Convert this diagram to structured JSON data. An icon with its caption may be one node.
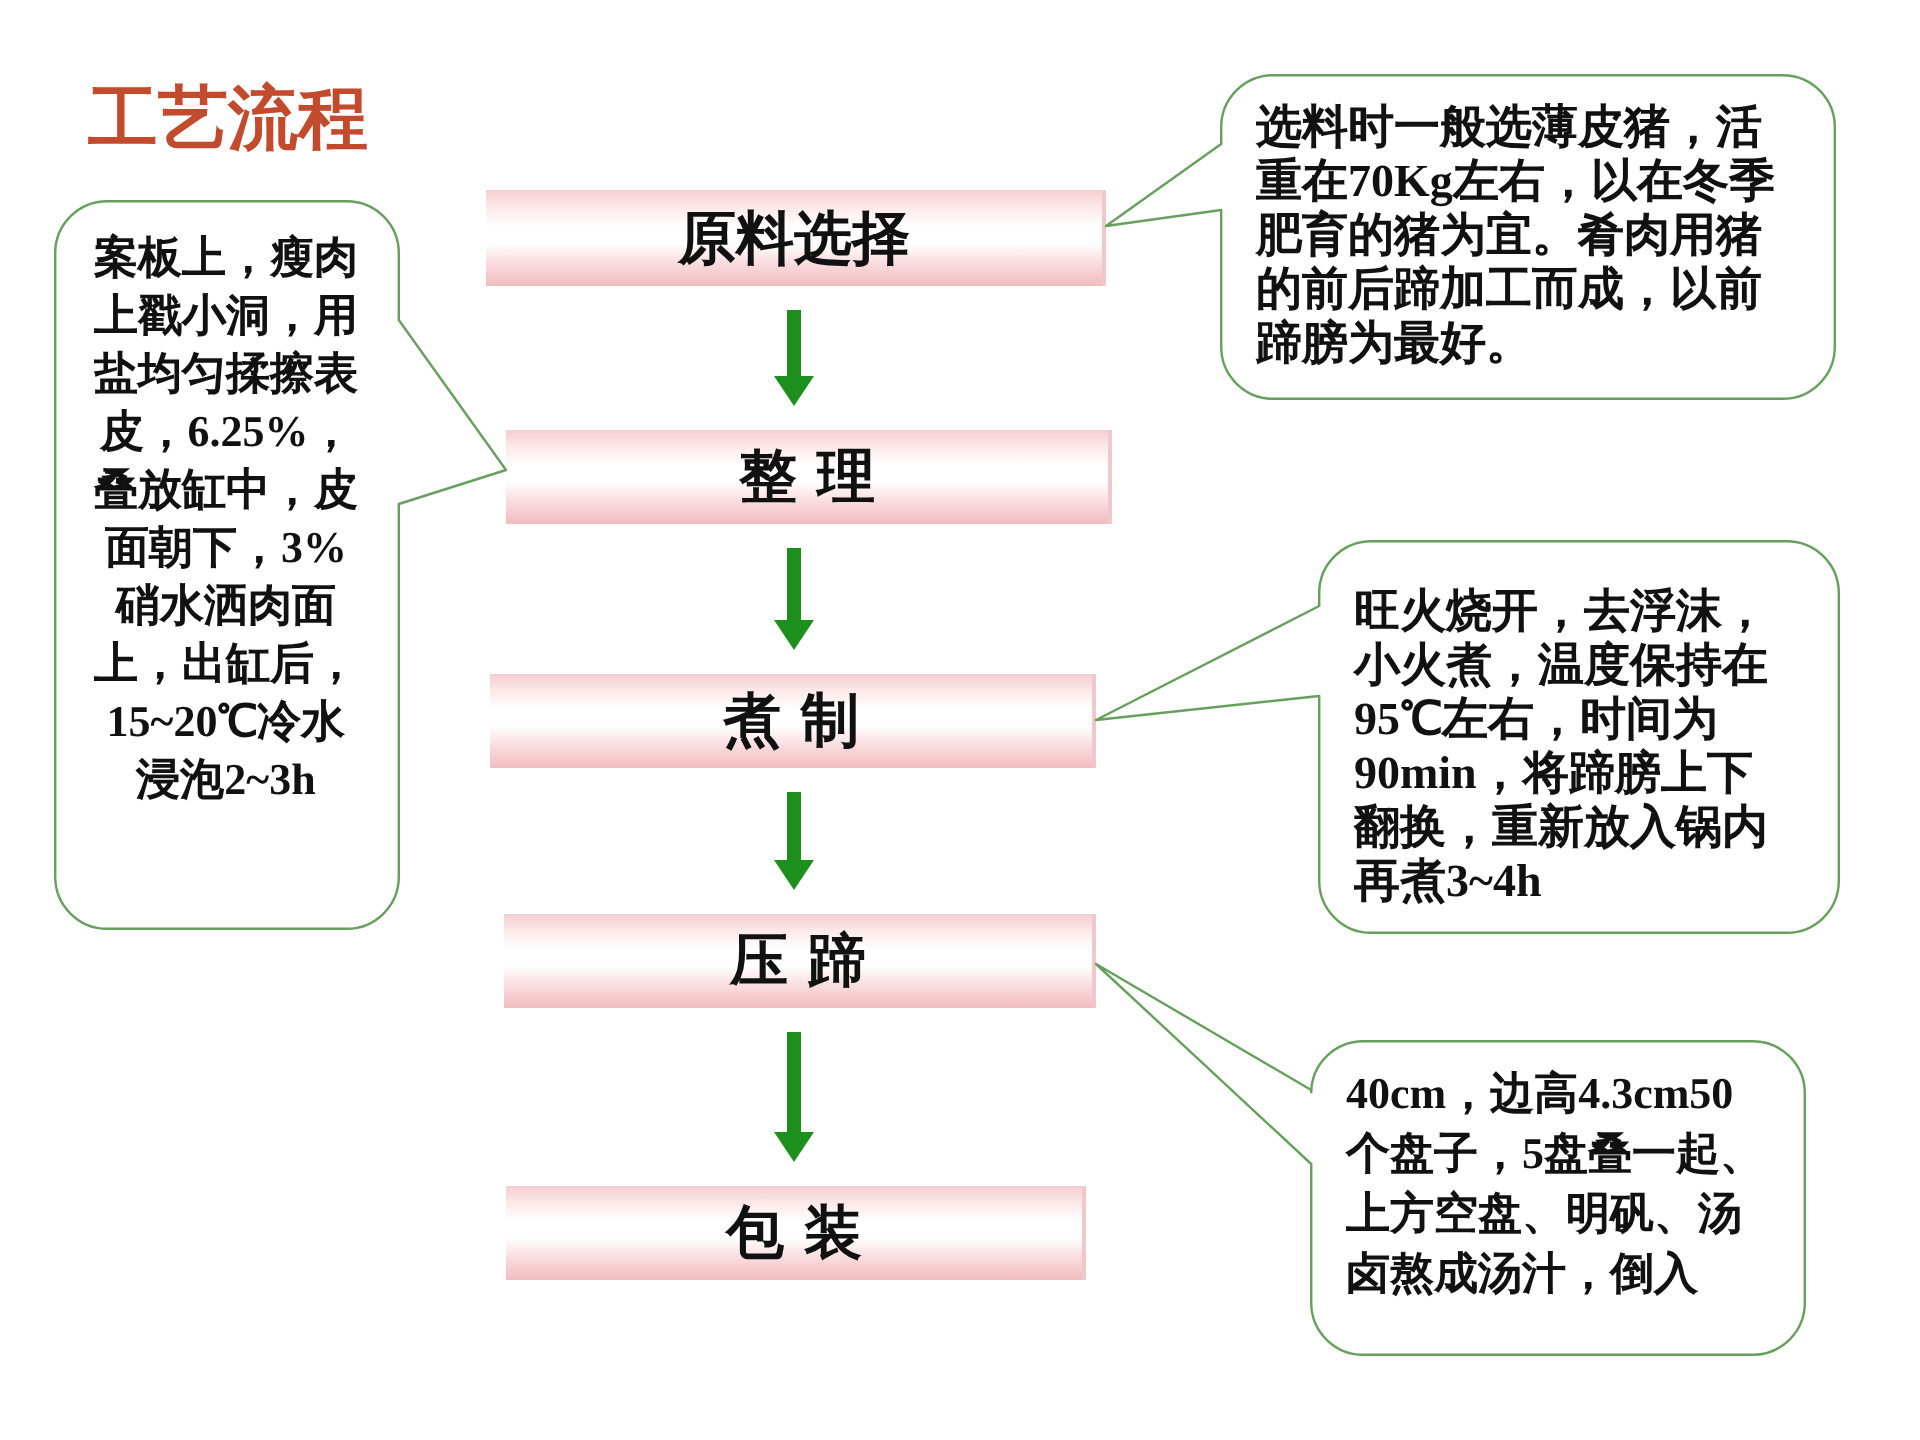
{
  "diagram": {
    "title": "工艺流程",
    "nodes": [
      {
        "text": [
          "原料选择"
        ]
      },
      {
        "text": [
          "整 理"
        ]
      },
      {
        "text": [
          "煮 制"
        ]
      },
      {
        "text": [
          "压 蹄"
        ]
      },
      {
        "text": [
          "包 装"
        ]
      },
      {
        "text": [
          "选料时一般选薄皮猪，活重在70Kg左右，以在冬季肥育的猪为宜。肴肉用猪的前后蹄加工而成，以前蹄膀为最好。"
        ]
      },
      {
        "text": [
          "案板上，瘦肉上戳小洞，用盐均匀揉擦表皮，6.25%，叠放缸中，皮面朝下，3%硝水洒肉面上，出缸后，15~20℃冷水浸泡2~3h"
        ]
      },
      {
        "text": [
          "旺火烧开，去浮沫，小火煮，温度保持在95℃左右，时间为90min，将蹄膀上下翻换，重新放入锅内再煮3~4h"
        ]
      },
      {
        "text": [
          "40cm，边高4.3cm50个盘子，5盘叠一起、上方空盘、明矾、汤卤熬成汤汁，倒入"
        ]
      }
    ],
    "edges": [
      {
        "from": 0,
        "to": 1,
        "arrow": "to",
        "style": "thick",
        "color": "#1c8f1c"
      },
      {
        "from": 1,
        "to": 2,
        "arrow": "to",
        "style": "thick",
        "color": "#1c8f1c"
      },
      {
        "from": 2,
        "to": 3,
        "arrow": "to",
        "style": "thick",
        "color": "#1c8f1c"
      },
      {
        "from": 3,
        "to": 4,
        "arrow": "to",
        "style": "thick",
        "color": "#1c8f1c"
      },
      {
        "from": 5,
        "to": 0,
        "arrow": "none"
      },
      {
        "from": 6,
        "to": 1,
        "arrow": "none"
      },
      {
        "from": 7,
        "to": 2,
        "arrow": "none"
      },
      {
        "from": 8,
        "to": 3,
        "arrow": "none"
      }
    ]
  }
}
